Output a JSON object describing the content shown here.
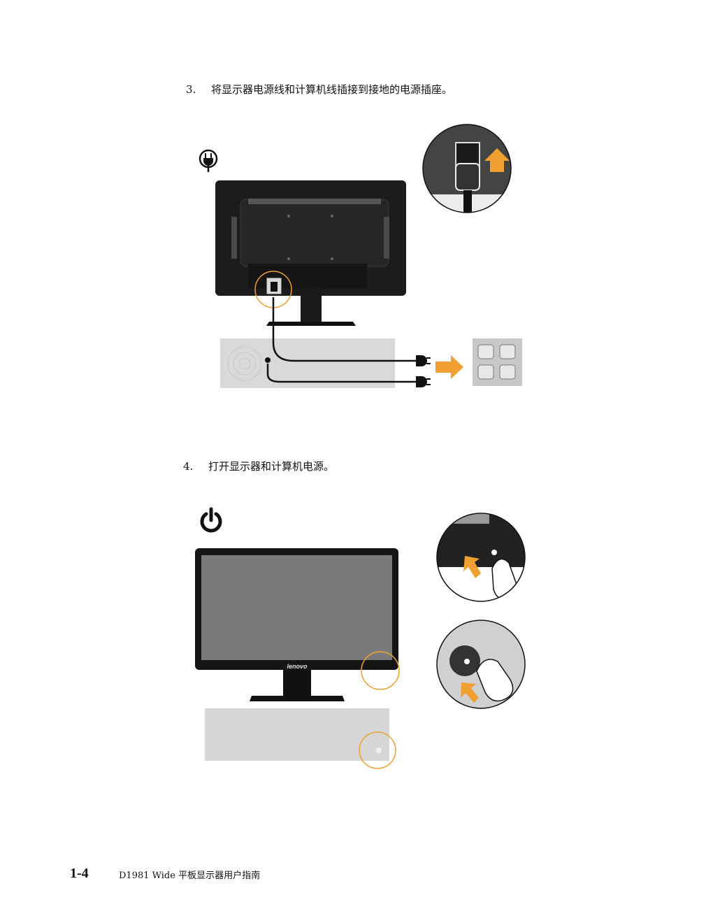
{
  "steps": [
    {
      "number": "3.",
      "text": "将显示器电源线和计算机线插接到接地的电源插座。"
    },
    {
      "number": "4.",
      "text": "打开显示器和计算机电源。"
    }
  ],
  "illustration": {
    "brand_logo": "lenovo",
    "accent_color": "#f0a030",
    "icons": [
      "power-plug-icon",
      "power-button-icon",
      "arrow-up-icon",
      "arrow-right-icon",
      "outlet-icon"
    ]
  },
  "footer": {
    "page_number": "1-4",
    "doc_title": "D1981 Wide 平板显示器用户指南"
  }
}
